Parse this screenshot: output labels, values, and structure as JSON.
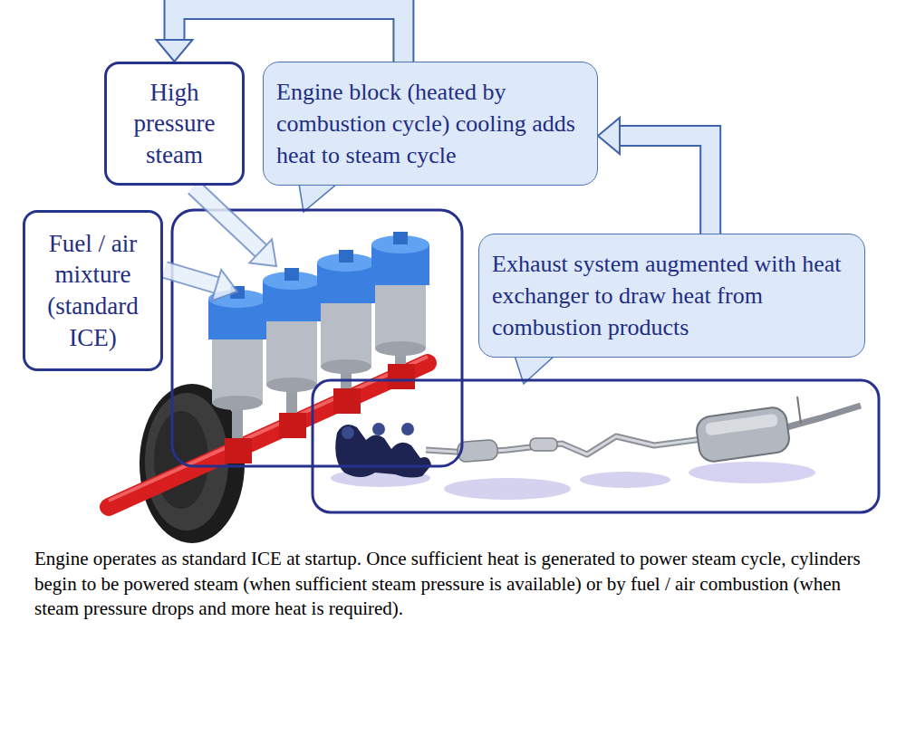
{
  "diagram": {
    "caption": "Engine operates as standard ICE at startup. Once sufficient heat is generated to power steam cycle, cylinders begin to be powered steam (when sufficient steam pressure is available) or by fuel / air combustion (when steam pressure drops and more heat is required).",
    "nodes": [
      {
        "text": [
          "High pressure steam"
        ]
      },
      {
        "text": [
          "Engine block (heated by combustion cycle) cooling adds heat to steam cycle"
        ]
      },
      {
        "text": [
          "Fuel / air mixture (standard ICE)"
        ]
      },
      {
        "text": [
          "Exhaust system augmented with heat exchanger to draw heat from combustion products"
        ]
      }
    ],
    "edges": [
      {
        "from": 1,
        "to": 0,
        "arrow": "to"
      },
      {
        "from": 3,
        "to": 1,
        "arrow": "to"
      }
    ]
  }
}
